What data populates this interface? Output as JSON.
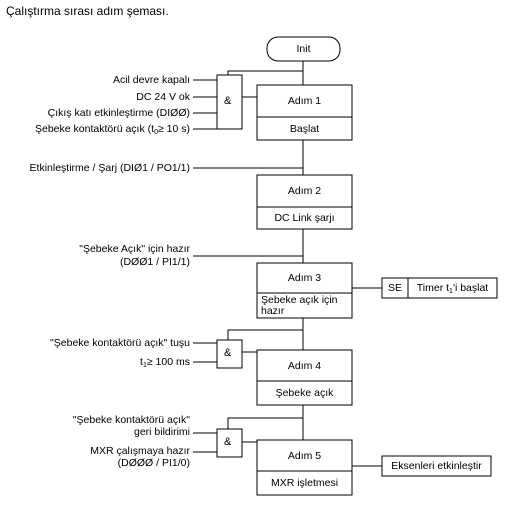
{
  "title": "Çalıştırma sırası adım şeması.",
  "init_label": "Init",
  "and_symbol": "&",
  "steps": [
    {
      "name": "Adım 1",
      "desc": "Başlat"
    },
    {
      "name": "Adım 2",
      "desc": "DC Link şarjı"
    },
    {
      "name": "Adım 3",
      "desc_lines": [
        "Şebeke açık için",
        "hazır"
      ]
    },
    {
      "name": "Adım 4",
      "desc": "Şebeke açık"
    },
    {
      "name": "Adım 5",
      "desc": "MXR işletmesi"
    }
  ],
  "inputs": {
    "step1": [
      "Acil devre kapalı",
      "DC 24 V ok",
      "Çıkış katı etkinleştirme (DIØØ)"
    ],
    "step1_last": {
      "prefix": "Şebeke kontaktörü açık (",
      "var": "t",
      "sub": "0",
      "suffix": "≥ 10 s)"
    },
    "step2": [
      "Etkinleştirme / Şarj (DIØ1 / PO1/1)"
    ],
    "step3": [
      "\"Şebeke Açık\" için hazır",
      "(DØØ1 / PI1/1)"
    ],
    "step4": [
      "\"Şebeke kontaktörü açık\" tuşu"
    ],
    "step4_t": {
      "var": "t",
      "sub": "1",
      "suffix": "≥ 100 ms"
    },
    "step5": [
      "\"Şebeke kontaktörü açık\"",
      "geri bildirimi",
      "MXR çalışmaya hazır",
      "(DØØØ / PI1/0)"
    ]
  },
  "step3_action": {
    "code": "SE",
    "prefix": "Timer ",
    "var": "t",
    "sub": "1",
    "suffix": "'i başlat"
  },
  "step5_action": "Eksenleri etkinleştir"
}
